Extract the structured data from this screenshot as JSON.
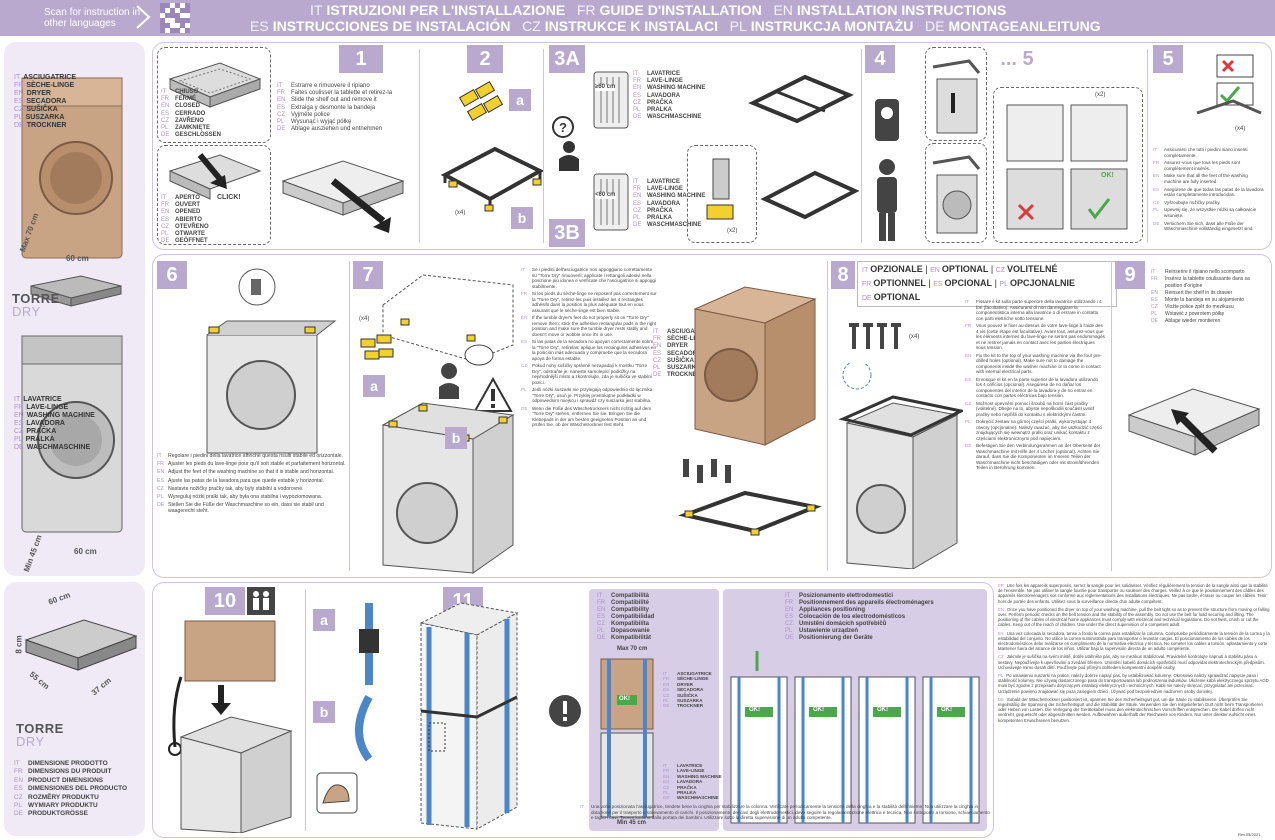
{
  "header": {
    "scan_text": "Scan for instruction in other languages",
    "titles": [
      [
        {
          "code": "IT",
          "text": "ISTRUZIONI PER L'INSTALLAZIONE"
        },
        {
          "code": "FR",
          "text": "GUIDE D'INSTALLATION"
        },
        {
          "code": "EN",
          "text": "INSTALLATION INSTRUCTIONS"
        }
      ],
      [
        {
          "code": "ES",
          "text": "INSTRUCCIONES DE INSTALACIÓN"
        },
        {
          "code": "CZ",
          "text": "INSTRUKCE K INSTALACI"
        },
        {
          "code": "PL",
          "text": "INSTRUKCJA MONTAŻU"
        },
        {
          "code": "DE",
          "text": "MONTAGEANLEITUNG"
        }
      ]
    ]
  },
  "sidebar_top": {
    "dryer_labels": [
      {
        "code": "IT",
        "text": "ASCIUGATRICE"
      },
      {
        "code": "FR",
        "text": "SÈCHE-LINGE"
      },
      {
        "code": "EN",
        "text": "DRYER"
      },
      {
        "code": "ES",
        "text": "SECADORA"
      },
      {
        "code": "CZ",
        "text": "SUŠIČKA"
      },
      {
        "code": "PL",
        "text": "SUSZARKA"
      },
      {
        "code": "DE",
        "text": "TROCKNER"
      }
    ],
    "dim_max": "Max 70 cm",
    "dim_60": "60 cm",
    "brand_top": "TORRE",
    "brand_bottom": "DRY",
    "washer_labels": [
      {
        "code": "IT",
        "text": "LAVATRICE"
      },
      {
        "code": "FR",
        "text": "LAVE-LINGE"
      },
      {
        "code": "EN",
        "text": "WASHING MACHINE"
      },
      {
        "code": "ES",
        "text": "LAVADORA"
      },
      {
        "code": "CZ",
        "text": "PRAČKA"
      },
      {
        "code": "PL",
        "text": "PRALKA"
      },
      {
        "code": "DE",
        "text": "WASCHMASCHINE"
      }
    ],
    "dim_min": "Min 45 cm",
    "dim_60b": "60 cm"
  },
  "steps": {
    "s1": "1",
    "s2": "2",
    "s3a": "3A",
    "s3b": "3B",
    "s4": "4",
    "s45": "... 5",
    "s5": "5",
    "s6": "6",
    "s7": "7",
    "s8": "8",
    "s9": "9",
    "s10": "10",
    "s11": "11",
    "a": "a",
    "b": "b"
  },
  "step1": {
    "closed": [
      {
        "code": "IT",
        "text": "CHIUSO"
      },
      {
        "code": "FR",
        "text": "FERMÉ"
      },
      {
        "code": "EN",
        "text": "CLOSED"
      },
      {
        "code": "ES",
        "text": "CERRADO"
      },
      {
        "code": "CZ",
        "text": "ZAVŘENO"
      },
      {
        "code": "PL",
        "text": "ZAMKNIĘTE"
      },
      {
        "code": "DE",
        "text": "GESCHLOSSEN"
      }
    ],
    "open": [
      {
        "code": "IT",
        "text": "APERTO"
      },
      {
        "code": "FR",
        "text": "OUVERT"
      },
      {
        "code": "EN",
        "text": "OPENED"
      },
      {
        "code": "ES",
        "text": "ABIERTO"
      },
      {
        "code": "CZ",
        "text": "OTEVŘENO"
      },
      {
        "code": "PL",
        "text": "OTWARTE"
      },
      {
        "code": "DE",
        "text": "GEÖFFNET"
      }
    ],
    "click": "CLICK!",
    "instr": [
      {
        "code": "IT",
        "text": "Estrarre e rimuovere il ripiano"
      },
      {
        "code": "FR",
        "text": "Faites coulisser la tablette et retirez-la"
      },
      {
        "code": "EN",
        "text": "Slide the shelf out and remove it"
      },
      {
        "code": "ES",
        "text": "Extraiga y desmonte la bandeja"
      },
      {
        "code": "CZ",
        "text": "Vyjměte police"
      },
      {
        "code": "PL",
        "text": "Wysunąć i wyjąć półkę"
      },
      {
        "code": "DE",
        "text": "Ablage ausziehen und entnehmen"
      }
    ]
  },
  "step2": {
    "x4": "(x4)"
  },
  "step3": {
    "dim_a": "≥60 cm",
    "dim_b": "<60 cm",
    "washer": [
      {
        "code": "IT",
        "text": "LAVATRICE"
      },
      {
        "code": "FR",
        "text": "LAVE-LINGE"
      },
      {
        "code": "EN",
        "text": "WASHING MACHINE"
      },
      {
        "code": "ES",
        "text": "LAVADORA"
      },
      {
        "code": "CZ",
        "text": "PRAČKA"
      },
      {
        "code": "PL",
        "text": "PRALKA"
      },
      {
        "code": "DE",
        "text": "WASCHMASCHINE"
      }
    ],
    "x2": "(x2)"
  },
  "step4": {
    "x2": "(x2)",
    "ok": "OK!"
  },
  "step5": {
    "x4": "(x4)",
    "instr": [
      {
        "code": "IT",
        "text": "Assicurarsi che tutti i piedini siano inseriti completamente."
      },
      {
        "code": "FR",
        "text": "Assurez-vous que tous les pieds sont complètement insérés."
      },
      {
        "code": "EN",
        "text": "Make sure that all the feet of the washing machine are fully inserted."
      },
      {
        "code": "ES",
        "text": "Asegúrese de que todas las patas de la lavadora están completamente introducidas."
      },
      {
        "code": "CZ",
        "text": "Vyšroubujte nožičky pračky."
      },
      {
        "code": "PL",
        "text": "Upewnij się, że wszystkie nóżki są całkowicie wsunięte."
      },
      {
        "code": "DE",
        "text": "Versichern Sie sich, dass alle Füße der Waschmaschine vollständig eingesetzt sind."
      }
    ]
  },
  "step6": {
    "instr": [
      {
        "code": "IT",
        "text": "Regolare i piedini della lavatrice affinché questa risulti stabile ed orizzontale."
      },
      {
        "code": "FR",
        "text": "Ajuster les pieds du lave-linge pour qu'il soit stable et parfaitement horizontal."
      },
      {
        "code": "EN",
        "text": "Adjust the feet of the washing machine so that it is stable and horizontal."
      },
      {
        "code": "ES",
        "text": "Ajuste las patas de la lavadora para que quede estable y horizontal."
      },
      {
        "code": "CZ",
        "text": "Nastavte nožičky pračky tak, aby byly stabilní a vodorovné."
      },
      {
        "code": "PL",
        "text": "Wyreguluj nóżki pralki tak, aby była ona stabilna i wypoziomowana."
      },
      {
        "code": "DE",
        "text": "Stellen Sie die Füße der Waschmaschine so ein, dass sie stabil und waagerecht steht."
      }
    ]
  },
  "step7": {
    "x4": "(x4)",
    "dryer": [
      {
        "code": "IT",
        "text": "ASCIUGATRICE"
      },
      {
        "code": "FR",
        "text": "SÈCHE-LINGE"
      },
      {
        "code": "EN",
        "text": "DRYER"
      },
      {
        "code": "ES",
        "text": "SECADORA"
      },
      {
        "code": "CZ",
        "text": "SUŠIČKA"
      },
      {
        "code": "PL",
        "text": "SUSZARKA"
      },
      {
        "code": "DE",
        "text": "TROCKNER"
      }
    ],
    "instr": [
      {
        "code": "IT",
        "text": "Se i piedini dell'asciugatrice non appoggiano correttamente su \"Torre Dry\" rimuoverli; applicate i rettangoli adesivi nella posizione più idonea e verificate che l'asciugatrice si appoggi stabilmente."
      },
      {
        "code": "FR",
        "text": "Si les pieds du sèche-linge ne reposent pas correctement sur la \"Torre Dry\", retirez-les puis installez les 4 rectangles adhésifs dans la position la plus adéquate tout en vous assurant que le sèche-linge est bien stable."
      },
      {
        "code": "EN",
        "text": "If the tumble dryer's feet do not properly sit on \"Torre Dry\" remove them; stick the adhesive rectangular pads in the right position and make sure the tumble dryer rests stably and doesn't move or wobble once it's in use."
      },
      {
        "code": "ES",
        "text": "Si las patas de la secadora no apoyan correctamente sobre la \"Torre Dry\", retírelas; aplique los rectángulos adhesivos en la posición más adecuada y compruebe que la secadora apoya de forma estable."
      },
      {
        "code": "CZ",
        "text": "Pokud nohy sušičky správně nezapadají k mostku \"Torre Dry\", odstraňte je; naneste samolepicí podložky na nejvhodnější místo a zkontrolujte, zda je sušička ve stabilní pozici."
      },
      {
        "code": "PL",
        "text": "Jeśli nóżki suszarki nie przylegają odpowiednio do łącznika \"Torre Dry\", usuń je. Przyklej prostokątne podkładki w odpowiednim miejscu i sprawdź czy suszarka jest stabilna."
      },
      {
        "code": "DE",
        "text": "Wenn die Füße des Wäschetrockners nicht richtig auf dem \"Torre Dry\" stehen, entfernen Sie sie. Bringen Sie die Klebepads in der am besten geeigneten Position an und prüfen Sie, ob der Wäschetrockner fest steht."
      }
    ]
  },
  "step8": {
    "optional": [
      {
        "code": "IT",
        "text": "OPZIONALE"
      },
      {
        "code": "EN",
        "text": "OPTIONAL"
      },
      {
        "code": "CZ",
        "text": "VOLITELNÉ"
      },
      {
        "code": "FR",
        "text": "OPTIONNEL"
      },
      {
        "code": "ES",
        "text": "OPCIONAL"
      },
      {
        "code": "PL",
        "text": "OPCJONALNIE"
      },
      {
        "code": "DE",
        "text": "OPTIONAL"
      }
    ],
    "x4": "(x4)",
    "instr": [
      {
        "code": "IT",
        "text": "Fissare il kit sulla parte superiore della lavatrice utilizzando i 4 fori (facoltativo). Assicurarsi di non danneggiare la componentistica interna alla lavatrice o di entrare in contatto con parti elettriche sotto tensione."
      },
      {
        "code": "FR",
        "text": "Vous pouvez le fixer au-dessus de votre lave-linge à l'aide des 4 vis (cette étape est facultative). Avant tout, assurez-vous que les éléments internes du lave-linge ne seront pas endommagés et ne rentrer jamais en contact avec les parties électriques sous tension."
      },
      {
        "code": "EN",
        "text": "Fix the kit to the top of your washing machine via the four pre-drilled holes (optional). Make sure not to damage the components inside the washer machine or to come in contact with internal electrical parts."
      },
      {
        "code": "ES",
        "text": "Enrosque el kit en la parte superior de la lavadora utilizando los 4 orificios (opcional). Asegúrese de no dañar los componentes del interior de la lavadora y de no entrar en contacto con partes eléctricas bajo tensión."
      },
      {
        "code": "CZ",
        "text": "Možnost upevnění pomocí šroubů na horní část pračky (volitelné). Dbejte na to, abyste nepoškodili součásti uvnitř pračky nebo nepřišli do kontaktu s elektrickými částmi."
      },
      {
        "code": "PL",
        "text": "Dokręcić zestaw na górnej części pralki, wykorzystując 4 otwory (opcjonalne). Należy uważać, aby nie uszkodzić części znajdujących się wewnątrz pralki oraz unikać kontaktu z częściami elektronicznymi pod napięciem."
      },
      {
        "code": "DE",
        "text": "Befestigen Sie den Verbindungsrahmen an der Oberseite der Waschmaschine mit Hilfe der 4 Löcher (optional). Achten Sie darauf, dass Sie die Komponenten im Inneren Teilen der Waschmaschine nicht beschädigen oder mit stromführenden Teilen in Berührung kommen."
      }
    ]
  },
  "step9": {
    "instr": [
      {
        "code": "IT",
        "text": "Reinserire il ripiano nello scomparto"
      },
      {
        "code": "FR",
        "text": "Insérez la tablette coulissante dans sa position d'origine"
      },
      {
        "code": "EN",
        "text": "Reinsert the shelf in its drawer"
      },
      {
        "code": "ES",
        "text": "Monte la bandeja en su alojamiento"
      },
      {
        "code": "CZ",
        "text": "Vložte police zpět do mezikusu"
      },
      {
        "code": "PL",
        "text": "Wstawić z powrotem półkę"
      },
      {
        "code": "DE",
        "text": "Ablage wieder montieren"
      }
    ]
  },
  "sidebar_bottom": {
    "dim_60": "60 cm",
    "dim_8": "8 cm",
    "dim_55": "55 cm",
    "dim_37": "37 cm",
    "brand_top": "TORRE",
    "brand_bottom": "DRY",
    "dims": [
      {
        "code": "IT",
        "text": "DIMENSIONE PRODOTTO"
      },
      {
        "code": "FR",
        "text": "DIMENSIONS DU PRODUIT"
      },
      {
        "code": "EN",
        "text": "PRODUCT DIMENSIONS"
      },
      {
        "code": "ES",
        "text": "DIMENSIONES DEL PRODUCTO"
      },
      {
        "code": "CZ",
        "text": "ROZMĚRY PRODUKTU"
      },
      {
        "code": "PL",
        "text": "WYMIARY PRODUKTU"
      },
      {
        "code": "DE",
        "text": "PRODUKTGRÖSSE"
      }
    ]
  },
  "compat": {
    "title": [
      {
        "code": "IT",
        "text": "Compatibilità"
      },
      {
        "code": "FR",
        "text": "Compatibilité"
      },
      {
        "code": "EN",
        "text": "Compatibility"
      },
      {
        "code": "ES",
        "text": "Compatibilidad"
      },
      {
        "code": "CZ",
        "text": "Kompatibilita"
      },
      {
        "code": "PL",
        "text": "Dopasowanie"
      },
      {
        "code": "DE",
        "text": "Kompatibilität"
      }
    ],
    "max": "Max 70 cm",
    "min": "Min 45 cm",
    "ok": "OK!",
    "dryer": [
      {
        "code": "IT",
        "text": "ASCIUGATRICE"
      },
      {
        "code": "FR",
        "text": "SÈCHE-LINGE"
      },
      {
        "code": "EN",
        "text": "DRYER"
      },
      {
        "code": "ES",
        "text": "SECADORA"
      },
      {
        "code": "CZ",
        "text": "SUŠIČKA"
      },
      {
        "code": "PL",
        "text": "SUSZARKA"
      },
      {
        "code": "DE",
        "text": "TROCKNER"
      }
    ],
    "washer": [
      {
        "code": "IT",
        "text": "LAVATRICE"
      },
      {
        "code": "FR",
        "text": "LAVE-LINGE"
      },
      {
        "code": "EN",
        "text": "WASHING MACHINE"
      },
      {
        "code": "ES",
        "text": "LAVADORA"
      },
      {
        "code": "CZ",
        "text": "PRAČKA"
      },
      {
        "code": "PL",
        "text": "PRALKA"
      },
      {
        "code": "DE",
        "text": "WASCHMASCHINE"
      }
    ]
  },
  "position": {
    "title": [
      {
        "code": "IT",
        "text": "Posizionamento elettrodomestici"
      },
      {
        "code": "FR",
        "text": "Positionnement des appareils électroménagers"
      },
      {
        "code": "EN",
        "text": "Appliances positioning"
      },
      {
        "code": "ES",
        "text": "Colocación de los electrodomésticos"
      },
      {
        "code": "CZ",
        "text": "Umístění domácích spotřebičů"
      },
      {
        "code": "PL",
        "text": "Ustawienie urządzeń"
      },
      {
        "code": "DE",
        "text": "Positionierung der Geräte"
      }
    ],
    "ok": "OK!"
  },
  "bottom_note": {
    "it": "Una volta posizionata l'asciugatrice, tendete bene la cinghia per stabilizzare la colonna. Verificate periodicamente la tensione della cinghia e la stabilità dell'insieme. Non utilizzare la cinghia in dotazione per il trasporto o sollevamento di carichi. Il posizionamento dei cavi degli elettrodomestici, deve seguire la regolamentazione elettrica e tecnica. Non sottoporre a torsione, schiacciamento e taglio i cavi. Tenere lontano dalla portata dei bambini. Utilizzare sotto la diretta supervisione di un adulto competente."
  },
  "right_notes": [
    {
      "code": "FR",
      "text": "Une fois les appareils superposés, serrez la sangle pour les solidariser. Vérifiez régulièrement la tension de la sangle ainsi que la stabilité de l'ensemble. Ne pas utiliser la sangle fournie pour transporter ou soulever des charges. Veillez à ce que le positionnement des câbles des appareils électroménagers soit conforme aux réglementations des installations électriques. Ne pas tordre, écraser ou couper les câbles. Tenir hors de portée des enfants. Utilisez sous la surveillance directe d'un adulte compétent."
    },
    {
      "code": "EN",
      "text": "Once you have positioned the dryer on top of your washing machine, pull the belt tight so as to prevent the structure from moving or falling over. Perform periodic checks on the belt tension and the stability of the assembly. Do not use the belt for load securing and lifting. The positioning of the cables of electrical home appliances must comply with electrical and technical regulations. Do not twist, crush or cut the cables. Keep out of the reach of children. Use under the direct supervision of a competent adult."
    },
    {
      "code": "ES",
      "text": "Una vez colocada la secadora, tense a fondo la correa para estabilizar la columna. Compruebe periódicamente la tensión de la correa y la estabilidad del conjunto. No utilice la correa suministrada para transportar o levantar cargas. El posicionamiento de los cables de los electrodomésticos debe realizarse en cumplimiento de la normativa eléctrica y técnica. No someter los cables a torsión, aplastamiento y corte. Mantener fuera del alcance de los niños. Utilizar bajo la supervisión directa de un adulto competente."
    },
    {
      "code": "CZ",
      "text": "Jakmile je sušička na svém místě, dobře utáhněte pás, aby se mezikus stabilizoval. Pravidelně kontrolujte napnutí a stabilitu pásu a sestavy. Nepoužívejte k upevňování a zvedání břemen. Umístění kabelů domácích spotřebičů musí odpovídat elektrotechnickým předpisům. Uchovávejte mimo dosah dětí. Používejte pod přímým dohledem kompetentní dospělé osoby."
    },
    {
      "code": "PL",
      "text": "Po ustawieniu suszarki na pralce, należy dobrze napiąć pas, by ustabilizować kolumnę. Okresowo należy sprawdzać napięcie pasa i stabilność kolumny. Nie używaj dostarczonego pasa do transportowania lub podnoszenia ładunków. Ułożenie kabli elektrycznego sprzętu AGD musi być zgodne z przepisami dotyczącymi instalacji elektrycznych i technicznych. Kabli nie należy skręcać, przygniatać ani przecinać. Urządzenie powinno znajdować się poza zasięgiem dzieci. Używać pod bezpośrednim nadzorem osoby dorosłej."
    },
    {
      "code": "DE",
      "text": "Sobald der Wäschetrockner positioniert ist, spannen Sie den Sicherheitsgurt gut, um die Säule zu stabilisieren. Überprüfen Sie regelmäßig die Spannung der Sicherheitsgurt und die Stabilität der Säule. Verwenden Sie den mitgelieferten Gurt nicht beim Transportieren oder Heben von Lasten. Die Verlegung der Gerätekabel muss den elektrotechnischen Vorschriften entsprechen. Die Kabel dürfen nicht verdreht, gequetscht oder abgeschnitten werden. Aufbewahren außerhalb der Reichweite von Kindern. Nur unter direkter Aufsicht eines kompetenten Erwachsenen benutzen."
    }
  ],
  "footer_code": "Rev.05/2021",
  "colors": {
    "accent": "#b9a9cf",
    "code": "#b08fc9",
    "panel": "#efeaf5",
    "line": "#cfc3df",
    "yellow": "#f2d12e",
    "red": "#d93a3a",
    "green": "#4aa84a",
    "body": "#c9a484"
  }
}
